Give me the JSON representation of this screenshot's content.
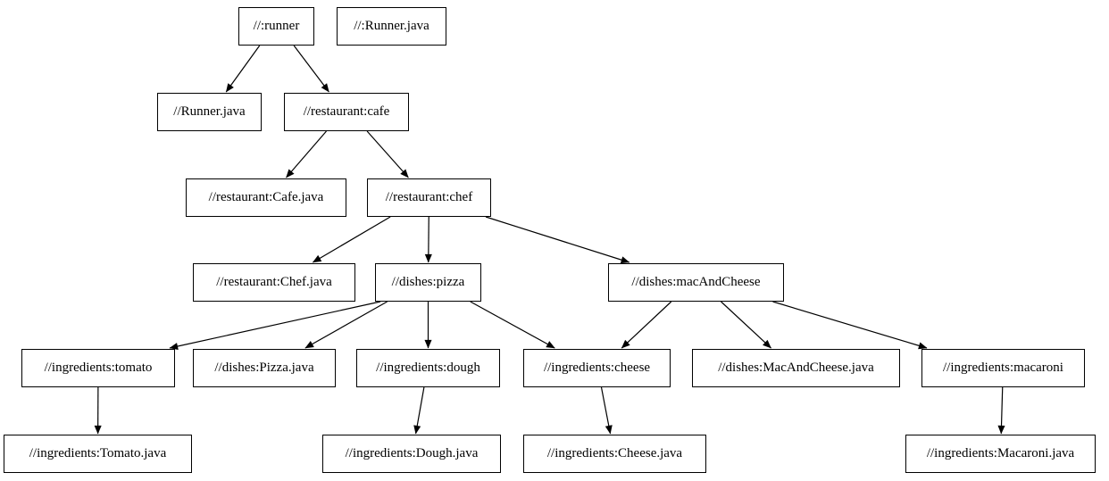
{
  "diagram": {
    "type": "dependency-graph",
    "colors": {
      "background": "#ffffff",
      "node_fill": "#ffffff",
      "node_border": "#000000",
      "edge": "#000000"
    },
    "nodes": [
      {
        "id": "runner",
        "label": "//:runner"
      },
      {
        "id": "runner-java-root",
        "label": "//:Runner.java"
      },
      {
        "id": "runner-java-file",
        "label": "//Runner.java"
      },
      {
        "id": "cafe",
        "label": "//restaurant:cafe"
      },
      {
        "id": "cafe-java",
        "label": "//restaurant:Cafe.java"
      },
      {
        "id": "chef",
        "label": "//restaurant:chef"
      },
      {
        "id": "chef-java",
        "label": "//restaurant:Chef.java"
      },
      {
        "id": "pizza",
        "label": "//dishes:pizza"
      },
      {
        "id": "mac-and-cheese",
        "label": "//dishes:macAndCheese"
      },
      {
        "id": "tomato",
        "label": "//ingredients:tomato"
      },
      {
        "id": "pizza-java",
        "label": "//dishes:Pizza.java"
      },
      {
        "id": "dough",
        "label": "//ingredients:dough"
      },
      {
        "id": "cheese",
        "label": "//ingredients:cheese"
      },
      {
        "id": "mac-and-cheese-java",
        "label": "//dishes:MacAndCheese.java"
      },
      {
        "id": "macaroni",
        "label": "//ingredients:macaroni"
      },
      {
        "id": "tomato-java",
        "label": "//ingredients:Tomato.java"
      },
      {
        "id": "dough-java",
        "label": "//ingredients:Dough.java"
      },
      {
        "id": "cheese-java",
        "label": "//ingredients:Cheese.java"
      },
      {
        "id": "macaroni-java",
        "label": "//ingredients:Macaroni.java"
      }
    ],
    "edges": [
      {
        "from": "runner",
        "to": "runner-java-file"
      },
      {
        "from": "runner",
        "to": "cafe"
      },
      {
        "from": "cafe",
        "to": "cafe-java"
      },
      {
        "from": "cafe",
        "to": "chef"
      },
      {
        "from": "chef",
        "to": "chef-java"
      },
      {
        "from": "chef",
        "to": "pizza"
      },
      {
        "from": "chef",
        "to": "mac-and-cheese"
      },
      {
        "from": "pizza",
        "to": "tomato"
      },
      {
        "from": "pizza",
        "to": "pizza-java"
      },
      {
        "from": "pizza",
        "to": "dough"
      },
      {
        "from": "pizza",
        "to": "cheese"
      },
      {
        "from": "mac-and-cheese",
        "to": "cheese"
      },
      {
        "from": "mac-and-cheese",
        "to": "mac-and-cheese-java"
      },
      {
        "from": "mac-and-cheese",
        "to": "macaroni"
      },
      {
        "from": "tomato",
        "to": "tomato-java"
      },
      {
        "from": "dough",
        "to": "dough-java"
      },
      {
        "from": "cheese",
        "to": "cheese-java"
      },
      {
        "from": "macaroni",
        "to": "macaroni-java"
      }
    ]
  }
}
